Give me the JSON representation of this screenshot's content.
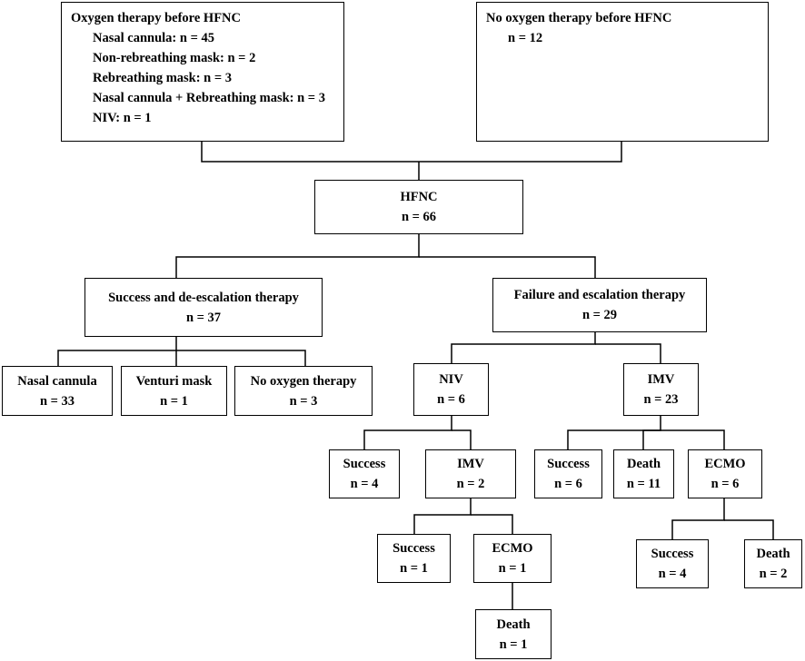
{
  "prior_oxygen": {
    "title": "Oxygen therapy before HFNC",
    "items": [
      "Nasal cannula: n = 45",
      "Non-rebreathing mask: n = 2",
      "Rebreathing mask: n = 3",
      "Nasal cannula + Rebreathing mask: n = 3",
      "NIV: n = 1"
    ]
  },
  "no_prior_oxygen": {
    "title": "No oxygen therapy before HFNC",
    "count": "n = 12"
  },
  "hfnc": {
    "title": "HFNC",
    "count": "n = 66"
  },
  "success_branch": {
    "title": "Success and de-escalation therapy",
    "count": "n = 37",
    "children": [
      {
        "title": "Nasal cannula",
        "count": "n = 33"
      },
      {
        "title": "Venturi mask",
        "count": "n = 1"
      },
      {
        "title": "No oxygen therapy",
        "count": "n = 3"
      }
    ]
  },
  "failure_branch": {
    "title": "Failure and escalation therapy",
    "count": "n = 29",
    "niv": {
      "title": "NIV",
      "count": "n = 6",
      "success": {
        "title": "Success",
        "count": "n = 4"
      },
      "imv": {
        "title": "IMV",
        "count": "n = 2",
        "success": {
          "title": "Success",
          "count": "n = 1"
        },
        "ecmo": {
          "title": "ECMO",
          "count": "n = 1",
          "death": {
            "title": "Death",
            "count": "n = 1"
          }
        }
      }
    },
    "imv": {
      "title": "IMV",
      "count": "n = 23",
      "success": {
        "title": "Success",
        "count": "n = 6"
      },
      "death": {
        "title": "Death",
        "count": "n = 11"
      },
      "ecmo": {
        "title": "ECMO",
        "count": "n = 6",
        "success": {
          "title": "Success",
          "count": "n = 4"
        },
        "death": {
          "title": "Death",
          "count": "n = 2"
        }
      }
    }
  }
}
